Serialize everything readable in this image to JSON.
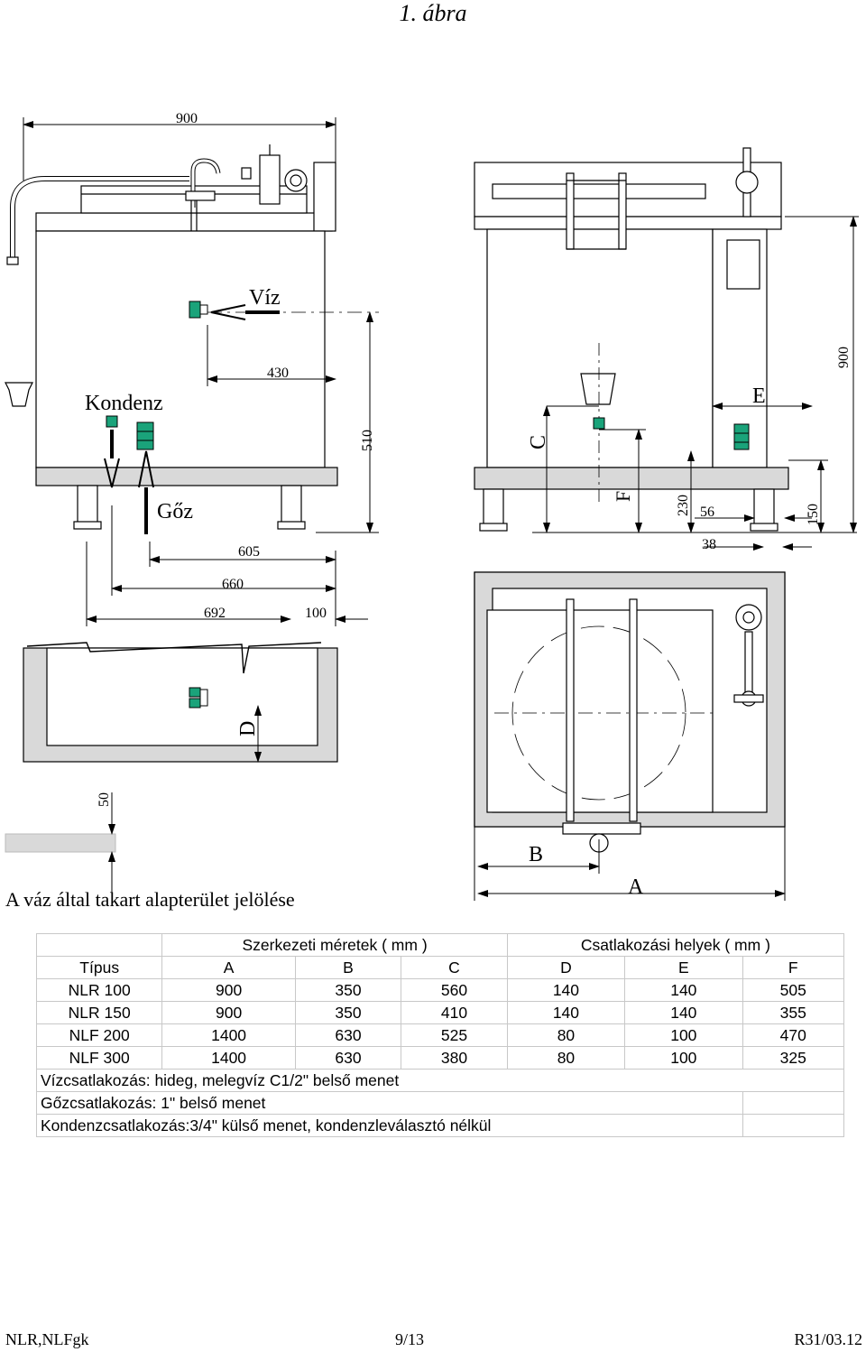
{
  "figure_title": "1. ábra",
  "labels": {
    "viz": "Víz",
    "kondenz": "Kondenz",
    "goz": "Gőz",
    "footprint_note": "A váz által takart alapterület jelölése",
    "letter_a": "A",
    "letter_b": "B",
    "letter_c": "C",
    "letter_d": "D",
    "letter_e": "E",
    "letter_f": "F"
  },
  "dimensions": {
    "top_width": "900",
    "water_offset": "430",
    "height_510": "510",
    "d605": "605",
    "d660": "660",
    "d692": "692",
    "d100": "100",
    "right_height": "900",
    "d230": "230",
    "d56": "56",
    "d38": "38",
    "d150": "150",
    "d50": "50"
  },
  "table": {
    "group_structural": "Szerkezeti méretek ( mm )",
    "group_connections": "Csatlakozási helyek ( mm )",
    "headers": [
      "Típus",
      "A",
      "B",
      "C",
      "D",
      "E",
      "F"
    ],
    "rows": [
      [
        "NLR 100",
        "900",
        "350",
        "560",
        "140",
        "140",
        "505"
      ],
      [
        "NLR 150",
        "900",
        "350",
        "410",
        "140",
        "140",
        "355"
      ],
      [
        "NLF 200",
        "1400",
        "630",
        "525",
        "80",
        "100",
        "470"
      ],
      [
        "NLF 300",
        "1400",
        "630",
        "380",
        "80",
        "100",
        "325"
      ]
    ],
    "notes": [
      "Vízcsatlakozás: hideg, melegvíz C1/2\" belső menet",
      "Gőzcsatlakozás: 1\" belső menet",
      "Kondenzcsatlakozás:3/4\" külső menet, kondenzleválasztó nélkül"
    ]
  },
  "footer": {
    "left": "NLR,NLFgk",
    "page": "9/13",
    "right": "R31/03.12"
  },
  "colors": {
    "fitting": "#1aa37a",
    "band": "#d9d9d9"
  }
}
